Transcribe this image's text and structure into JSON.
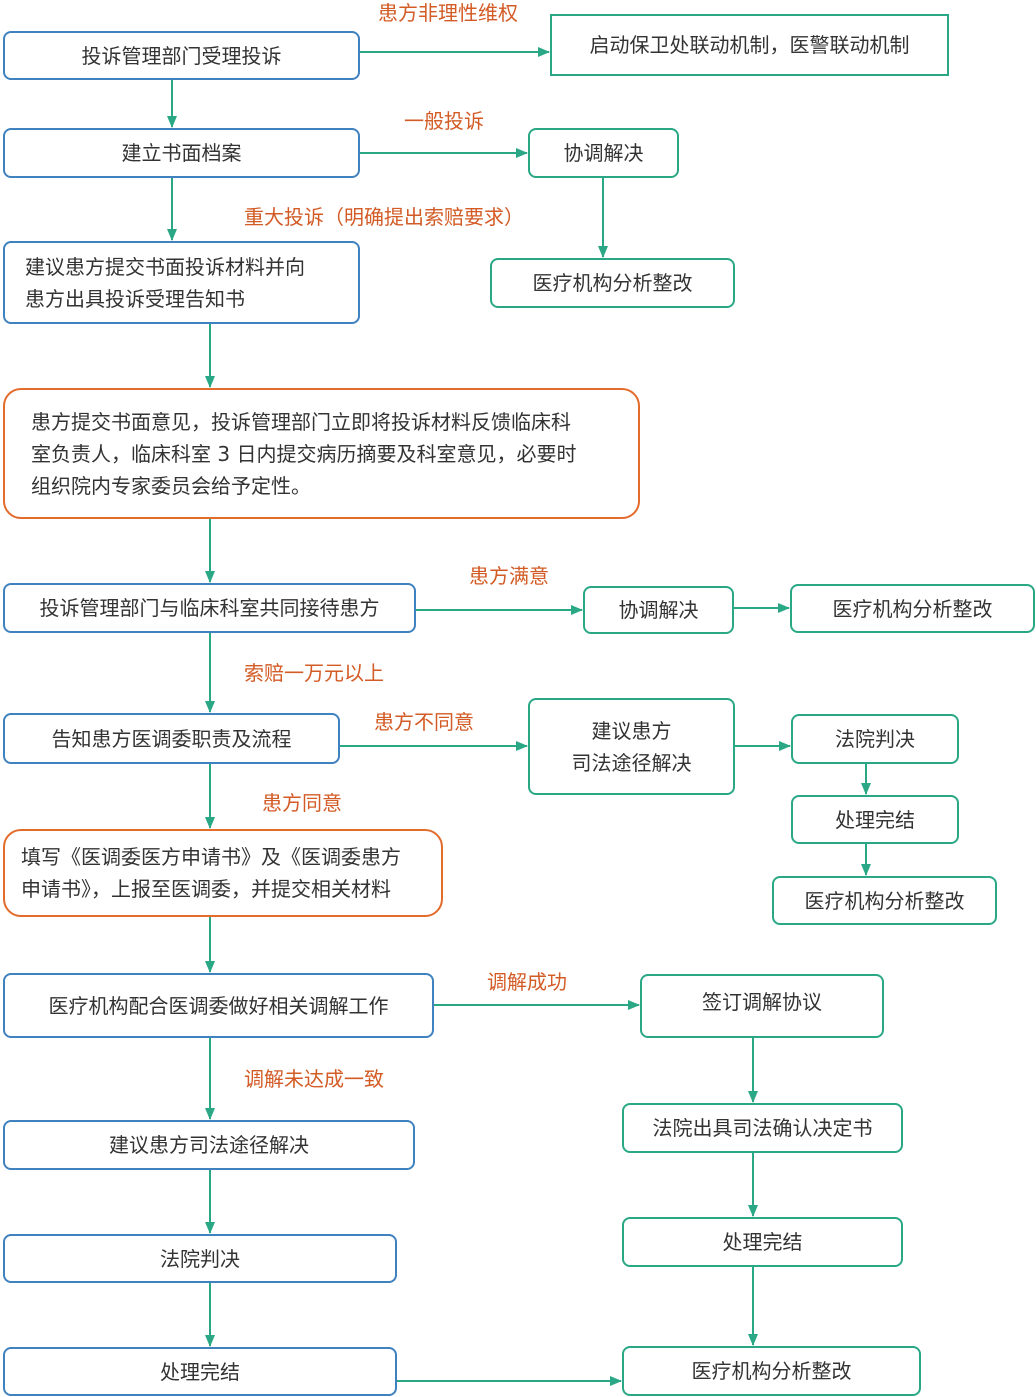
{
  "colors": {
    "blue_border": "#3f82bf",
    "green_border": "#2aa886",
    "orange_border": "#e36b2c",
    "arrow": "#2aa886",
    "label_text": "#d35b25"
  },
  "nodes": {
    "receive": "投诉管理部门受理投诉",
    "security": "启动保卫处联动机制，医警联动机制",
    "archive": "建立书面档案",
    "coord1": "协调解决",
    "rectify1": "医疗机构分析整改",
    "suggest_l1": "建议患方提交书面投诉材料并向",
    "suggest_l2": "患方出具投诉受理告知书",
    "opinion_l1": "患方提交书面意见，投诉管理部门立即将投诉材料反馈临床科",
    "opinion_l2": "室负责人，临床科室 3 日内提交病历摘要及科室意见，必要时",
    "opinion_l3": "组织院内专家委员会给予定性。",
    "reception": "投诉管理部门与临床科室共同接待患方",
    "coord2": "协调解决",
    "rectify2": "医疗机构分析整改",
    "inform": "告知患方医调委职责及流程",
    "judicial_l1": "建议患方",
    "judicial_l2": "司法途径解决",
    "court1": "法院判决",
    "done1": "处理完结",
    "rectify3": "医疗机构分析整改",
    "fill_l1": "填写《医调委医方申请书》及《医调委患方",
    "fill_l2": "申请书》，上报至医调委，并提交相关材料",
    "cooperate": "医疗机构配合医调委做好相关调解工作",
    "sign": "签订调解协议",
    "court_confirm": "法院出具司法确认决定书",
    "done2": "处理完结",
    "judicial2": "建议患方司法途径解决",
    "court2": "法院判决",
    "done3": "处理完结",
    "rectify4": "医疗机构分析整改"
  },
  "labels": {
    "irrational": "患方非理性维权",
    "general": "一般投诉",
    "major": "重大投诉（明确提出索赔要求）",
    "satisfied": "患方满意",
    "claim": "索赔一万元以上",
    "disagree": "患方不同意",
    "agree": "患方同意",
    "success": "调解成功",
    "fail": "调解未达成一致"
  }
}
